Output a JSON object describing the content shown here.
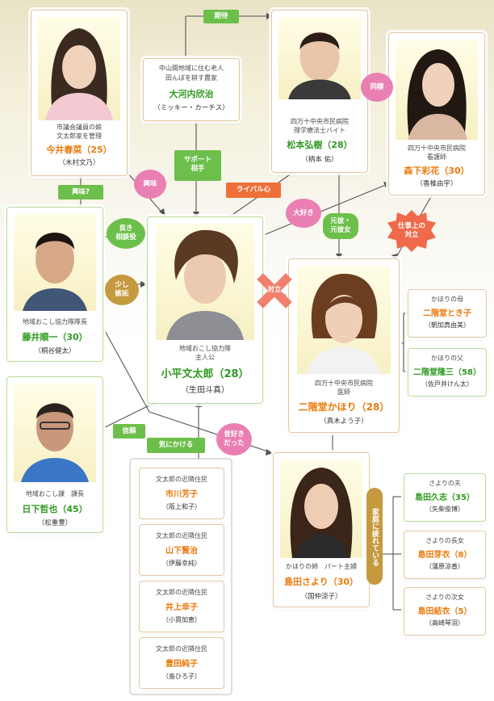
{
  "people": {
    "haruna": {
      "role1": "市議会議員の娘",
      "role2": "文太郎家を管理",
      "name": "今井春菜（25）",
      "actor": "（木村文乃）"
    },
    "kyoji": {
      "role1": "中山間地域に住む老人",
      "role2": "田んぼを耕す農家",
      "name": "大河内欣治",
      "actor": "（ミッキー・カーチス）"
    },
    "hiroki": {
      "role1": "四万十中央市民病院",
      "role2": "理学療法士バイト",
      "name": "松本弘樹（28）",
      "actor": "（柄本 佑）"
    },
    "ayaka": {
      "role1": "四万十中央市民病院",
      "role2": "看護師",
      "name": "森下彩花（30）",
      "actor": "（香椎由宇）"
    },
    "junichi": {
      "role1": "地域おこし協力隊隊長",
      "name": "藤井順一（30）",
      "actor": "（桐谷健太）"
    },
    "buntaro": {
      "role1": "地域おこし協力隊",
      "role2": "主人公",
      "name": "小平文太郎（28）",
      "actor": "（生田斗真）"
    },
    "kaori": {
      "role1": "四万十中央市民病院",
      "role2": "医師",
      "name": "二階堂かほり（28）",
      "actor": "（真木よう子）"
    },
    "tokiko": {
      "role1": "かほりの母",
      "name": "二階堂とき子",
      "actor": "（朝加真由美）"
    },
    "ryuzo": {
      "role1": "かほりの父",
      "name": "二階堂隆三（58）",
      "actor": "（佐戸井けん太）"
    },
    "tetsuya": {
      "role1": "地域おこし課　課長",
      "name": "日下哲也（45）",
      "actor": "（松重豊）"
    },
    "sayori": {
      "role1": "かほりの姉　パート主婦",
      "name": "島田さより（30）",
      "actor": "（国仲涼子）"
    },
    "hisashi": {
      "role1": "さよりの夫",
      "name": "島田久志（35）",
      "actor": "（矢柴俊博）"
    },
    "mei": {
      "role1": "さよりの長女",
      "name": "島田芽衣（8）",
      "actor": "（蒲原涼香）"
    },
    "yui": {
      "role1": "さよりの次女",
      "name": "島田結衣（5）",
      "actor": "（高崎琴羽）"
    },
    "neighbors": [
      {
        "role1": "文太郎の近隣住民",
        "name": "市川芳子",
        "actor": "（阪上和子）"
      },
      {
        "role1": "文太郎の近隣住民",
        "name": "山下賢治",
        "actor": "（伊藤幸純）"
      },
      {
        "role1": "文太郎の近隣住民",
        "name": "井上幸子",
        "actor": "（小貫加恵）"
      },
      {
        "role1": "文太郎の近隣住民",
        "name": "豊田純子",
        "actor": "（島ひろ子）"
      }
    ]
  },
  "labels": {
    "kitai": "期待",
    "kyomi_q": "興味?",
    "kyomi": "興味",
    "support": [
      "サポート",
      "相手"
    ],
    "doukyo": "同棲",
    "rival": "ライバル心",
    "daisuki": "大好き",
    "motokare": [
      "元彼・",
      "元彼女"
    ],
    "shigoto": [
      "仕事上の",
      "対立"
    ],
    "yoki": [
      "良き",
      "相談役"
    ],
    "sukoshi": [
      "少し",
      "嫉妬"
    ],
    "tairitsu": "対立",
    "shinrai": "信頼",
    "kinikakeru": "気にかける",
    "mukashi": [
      "昔好き",
      "だった"
    ],
    "katei": "家庭に疲れている"
  },
  "colors": {
    "orange_name": "#ea7a0d",
    "green_name": "#2f9a21",
    "green_label": "#6dbf4b",
    "pink_heart": "#ea7fb3",
    "orange_label": "#ee7038",
    "gold_label": "#c59a3f",
    "cross": "#f07f6c"
  }
}
